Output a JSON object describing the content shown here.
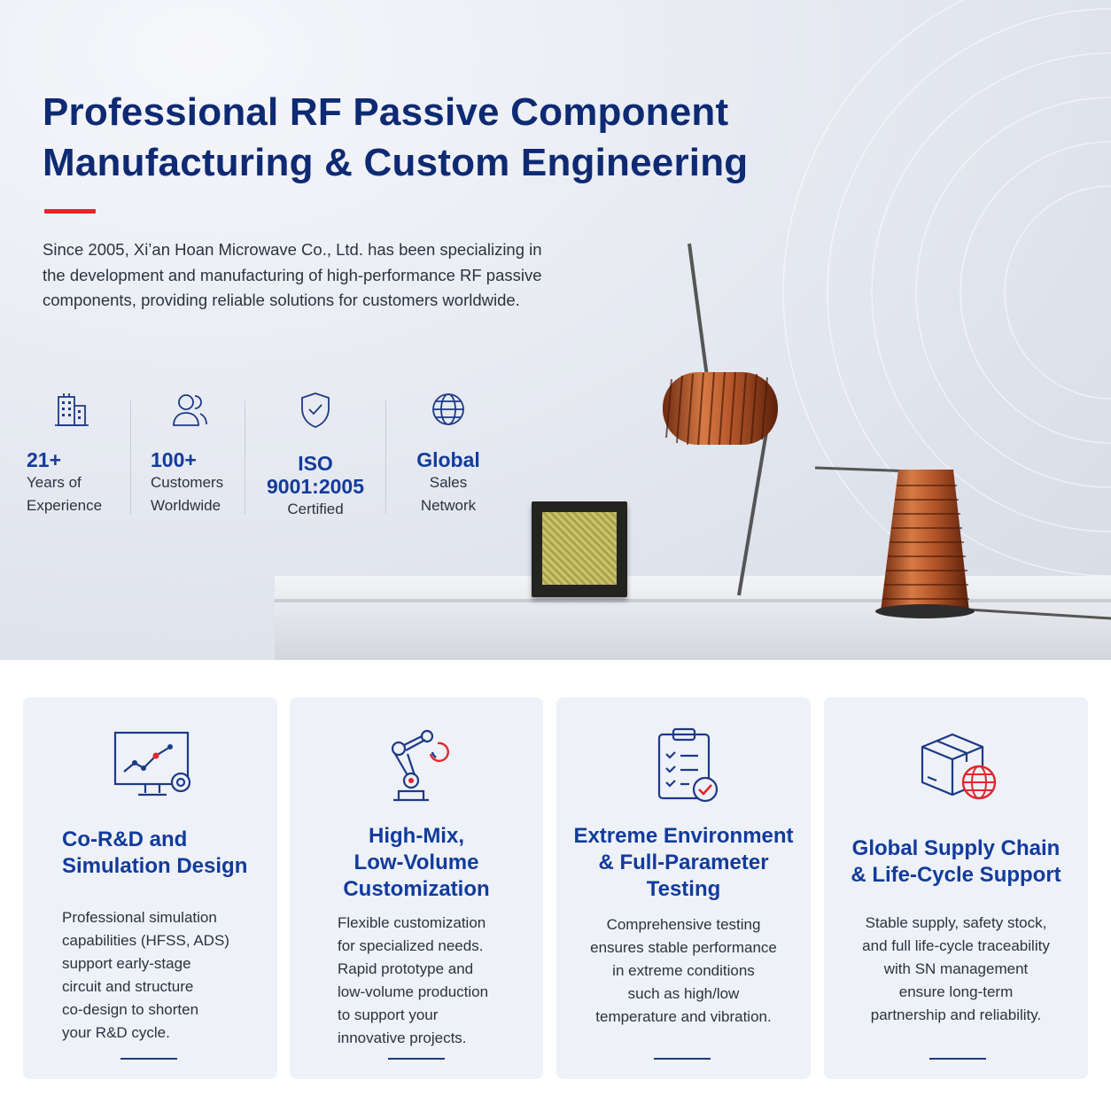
{
  "hero": {
    "title_line1": "Professional RF Passive Component",
    "title_line2": "Manufacturing & Custom Engineering",
    "intro_line1": "Since 2005, Xi’an Hoan Microwave Co., Ltd. has been specializing in",
    "intro_line2": "the development and manufacturing of high-performance RF passive",
    "intro_line3": "components, providing reliable solutions for customers worldwide."
  },
  "stats": [
    {
      "icon": "building-icon",
      "value": "21+",
      "label_line1": "Years of",
      "label_line2": "Experience"
    },
    {
      "icon": "users-icon",
      "value": "100+",
      "label_line1": "Customers",
      "label_line2": "Worldwide"
    },
    {
      "icon": "shield-check-icon",
      "value_line1": "ISO",
      "value_line2": "9001:2005",
      "label_line1": "Certified"
    },
    {
      "icon": "globe-icon",
      "value": "Global",
      "label_line1": "Sales",
      "label_line2": "Network"
    }
  ],
  "features": [
    {
      "icon": "monitor-chart-gear-icon",
      "title_line1": "Co-R&D and",
      "title_line2": "Simulation Design",
      "lines": [
        "Professional simulation",
        "capabilities (HFSS, ADS)",
        "support early-stage",
        "circuit and structure",
        "co-design to shorten",
        "your R&D cycle."
      ]
    },
    {
      "icon": "robot-arm-icon",
      "title_line1": "High-Mix,",
      "title_line2": "Low-Volume",
      "title_line3": "Customization",
      "lines": [
        "Flexible customization",
        "for specialized needs.",
        "Rapid prototype and",
        "low-volume production",
        "to support your",
        "innovative projects."
      ]
    },
    {
      "icon": "clipboard-check-icon",
      "title_line1": "Extreme Environment",
      "title_line2": "& Full-Parameter",
      "title_line3": "Testing",
      "lines": [
        "Comprehensive testing",
        "ensures stable performance",
        "in extreme conditions",
        "such as high/low",
        "temperature and vibration."
      ]
    },
    {
      "icon": "box-globe-icon",
      "title_line1": "Global Supply Chain",
      "title_line2": "& Life-Cycle Support",
      "lines": [
        "Stable supply, safety stock,",
        "and full life-cycle traceability",
        "with SN management",
        "ensure long-term",
        "partnership and reliability."
      ]
    }
  ],
  "colors": {
    "navy": "#0e2a73",
    "blue": "#123b9c",
    "accent_red": "#e3262c",
    "card_bg": "#eef1f8",
    "copper": "#b5562a"
  }
}
